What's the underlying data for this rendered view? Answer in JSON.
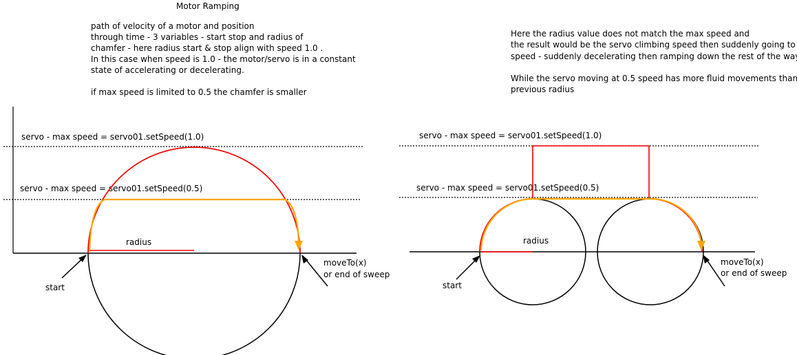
{
  "title": "Motor Ramping",
  "left_description": [
    "path of velocity of a motor and position",
    "through time - 3 variables - start stop and radius of",
    "chamfer - here radius start & stop align with speed 1.0 .",
    "In this case when speed is 1.0 - the motor/servo is in a constant",
    "state of accelerating or decelerating.",
    "",
    "if max speed is limited to 0.5 the chamfer is smaller"
  ],
  "right_description": [
    "Here the radius value does not match the max speed and",
    "the result would be the servo climbing speed then suddenly going to max",
    "speed - suddenly decelerating then ramping down the rest of the way",
    "",
    "While the servo moving at 0.5 speed has more fluid movements than",
    "previous radius"
  ],
  "left_diagram": {
    "max_speed_1_label": "servo - max speed  = servo01.setSpeed(1.0)",
    "max_speed_05_label": "servo - max speed  = servo01.setSpeed(0.5)",
    "radius_label": "radius",
    "start_label": "start",
    "end_label_line1": "moveTo(x)",
    "end_label_line2": "or end of sweep"
  },
  "right_diagram": {
    "max_speed_1_label": "servo - max speed  = servo01.setSpeed(1.0)",
    "max_speed_05_label": "servo - max speed  = servo01.setSpeed(0.5)",
    "radius_label": "radius",
    "start_label": "start",
    "end_label_line1": "moveTo(x)",
    "end_label_line2": "or end of sweep"
  },
  "colors": {
    "speed_1_path": "#ff0000",
    "speed_05_path": "#ffa500",
    "axes": "#000000",
    "dotted_lines": "#000000"
  }
}
